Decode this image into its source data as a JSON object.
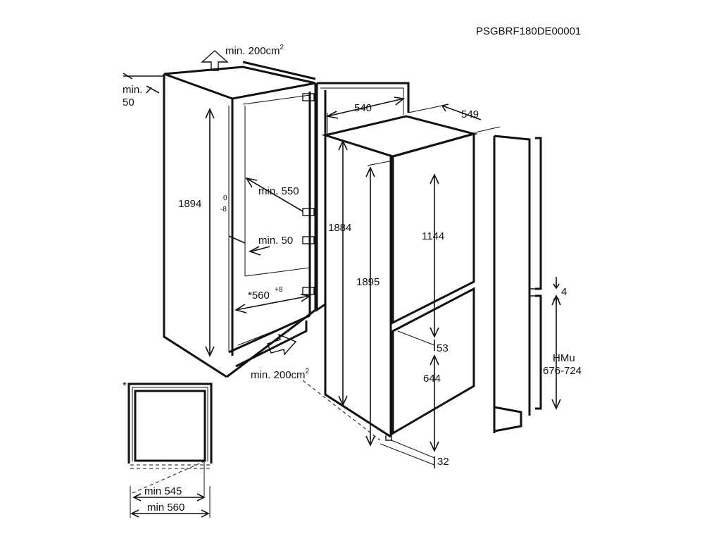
{
  "drawing_code": "PSGBRF180DE00001",
  "labels": {
    "vent_top": "min. 200cm",
    "vent_top_sup": "2",
    "side_gap_line1": "min.",
    "side_gap_line2": "50",
    "niche_height": "1894",
    "niche_height_tol_plus": "0",
    "niche_height_tol_minus": "-8",
    "min_depth_550": "min. 550",
    "min_gap_50": "min. 50",
    "niche_width": "*560",
    "niche_width_tol": "+8",
    "vent_bottom": "min. 200cm",
    "vent_bottom_sup": "2",
    "top_depth": "540",
    "top_width": "549",
    "appliance_height_1884": "1884",
    "appliance_height_1895": "1895",
    "upper_door": "1144",
    "door_gap": "53",
    "lower_door": "644",
    "bottom_gap": "32",
    "side_gap_4": "4",
    "hmu_label": "HMu",
    "hmu_range": "676-724",
    "asterisk": "*",
    "min_545": "min 545",
    "min_560": "min 560"
  },
  "icons": {
    "vent_up": "arrow-up-icon",
    "vent_in": "arrow-right-icon"
  }
}
